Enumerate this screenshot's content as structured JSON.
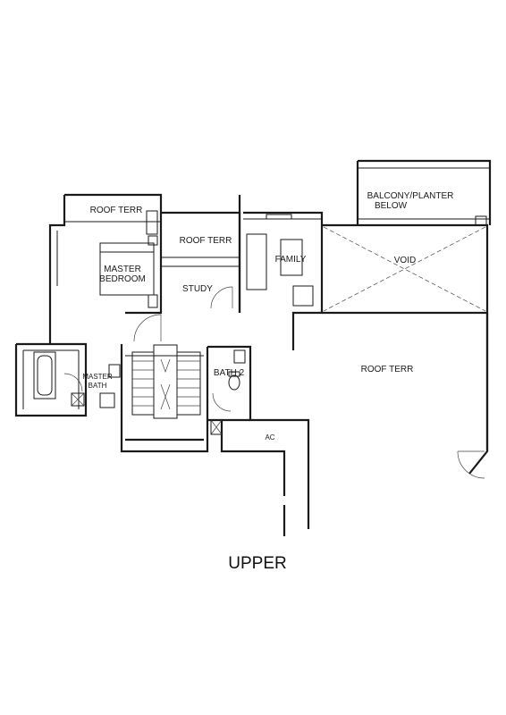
{
  "rooms": {
    "roof_terr_top_left": "ROOF TERR",
    "roof_terr_top_mid": "ROOF TERR",
    "balcony_line1": "BALCONY/PLANTER",
    "balcony_line2": "BELOW",
    "master_bedroom_line1": "MASTER",
    "master_bedroom_line2": "BEDROOM",
    "study": "STUDY",
    "family": "FAMILY",
    "void": "VOID",
    "bath_2": "BATH 2",
    "master_bath_line1": "MASTER",
    "master_bath_line2": "BATH",
    "roof_terr_right": "ROOF TERR",
    "ac": "AC"
  },
  "caption": "UPPER"
}
